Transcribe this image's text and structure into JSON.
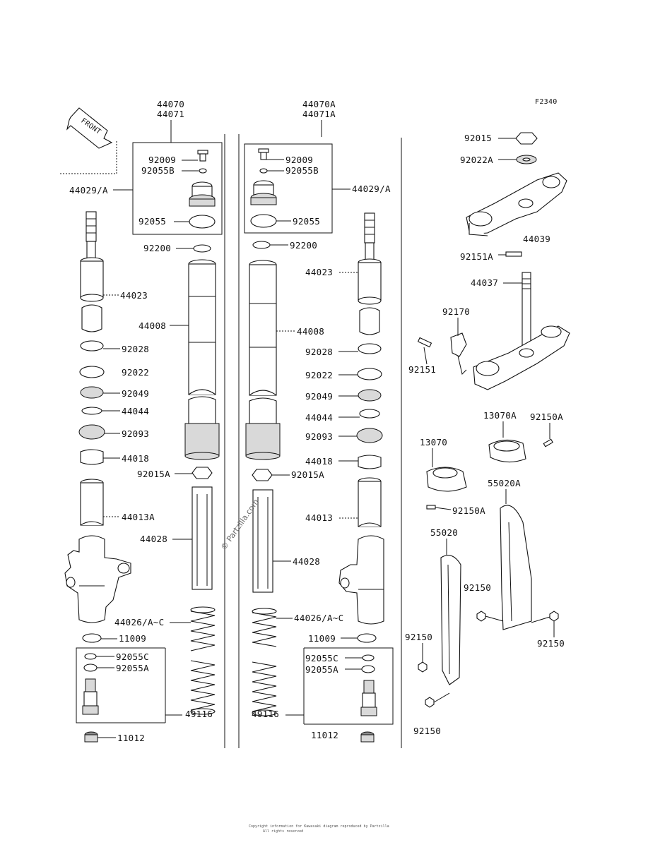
{
  "figure_code": "F2340",
  "front_arrow_label": "FRONT",
  "watermark": "© Partzilla.com",
  "footer_lines": [
    "Copyright information for Kawasaki diagram reproduced by Partzilla",
    "All rights reserved"
  ],
  "left_fork": {
    "assembly_labels": [
      "44070",
      "44071"
    ],
    "labels": {
      "p44029": "44029/A",
      "p92009": "92009",
      "p92055B": "92055B",
      "p92055": "92055",
      "p92200": "92200",
      "p44023": "44023",
      "p44008": "44008",
      "p92028": "92028",
      "p92022": "92022",
      "p92049": "92049",
      "p44044": "44044",
      "p92093": "92093",
      "p44018": "44018",
      "p92015A": "92015A",
      "p44013A": "44013A",
      "p44028": "44028",
      "p44026": "44026/A~C",
      "p11009": "11009",
      "p92055C": "92055C",
      "p92055A": "92055A",
      "p49116": "49116",
      "p11012": "11012"
    }
  },
  "right_fork": {
    "assembly_labels": [
      "44070A",
      "44071A"
    ],
    "labels": {
      "p92009": "92009",
      "p92055B": "92055B",
      "p44029": "44029/A",
      "p92055": "92055",
      "p92200": "92200",
      "p44023": "44023",
      "p44008": "44008",
      "p92028": "92028",
      "p92022": "92022",
      "p92049": "92049",
      "p44044": "44044",
      "p92093": "92093",
      "p44018": "44018",
      "p92015A": "92015A",
      "p44013": "44013",
      "p44028": "44028",
      "p44026": "44026/A~C",
      "p11009": "11009",
      "p92055C": "92055C",
      "p92055A": "92055A",
      "p49116": "49116",
      "p11012": "11012"
    }
  },
  "steering": {
    "labels": {
      "p92015": "92015",
      "p92022A": "92022A",
      "p44039": "44039",
      "p92151A": "92151A",
      "p44037": "44037",
      "p92170": "92170",
      "p92151": "92151",
      "p13070A": "13070A",
      "p92150A_top": "92150A",
      "p13070": "13070",
      "p92150A_bottom": "92150A",
      "p55020A": "55020A",
      "p55020": "55020",
      "p92150_a": "92150",
      "p92150_b": "92150",
      "p92150_c": "92150",
      "p92150_d": "92150"
    }
  }
}
